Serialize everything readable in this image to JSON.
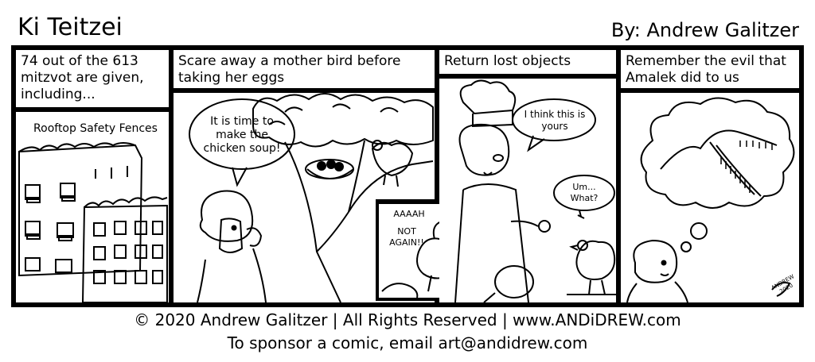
{
  "header": {
    "title": "Ki Teitzei",
    "byline": "By: Andrew Galitzer"
  },
  "panels": [
    {
      "caption": "74 out of the 613 mitzvot are given, including...",
      "label": "Rooftop Safety Fences"
    },
    {
      "caption": "Scare away a mother bird before taking her eggs",
      "speech": "It is time to make the chicken soup!",
      "inset_text_1": "AAAAH",
      "inset_text_2": "NOT AGAIN!!"
    },
    {
      "caption": "Return lost objects",
      "speech_1": "I think this is yours",
      "speech_2": "Um... What?"
    },
    {
      "caption": "Remember the evil that Amalek did to us",
      "signature": "ANDREW 2020"
    }
  ],
  "footer": {
    "copyright": "© 2020 Andrew Galitzer | All Rights Reserved | www.ANDiDREW.com",
    "sponsor": "To sponsor a comic, email art@andidrew.com"
  }
}
